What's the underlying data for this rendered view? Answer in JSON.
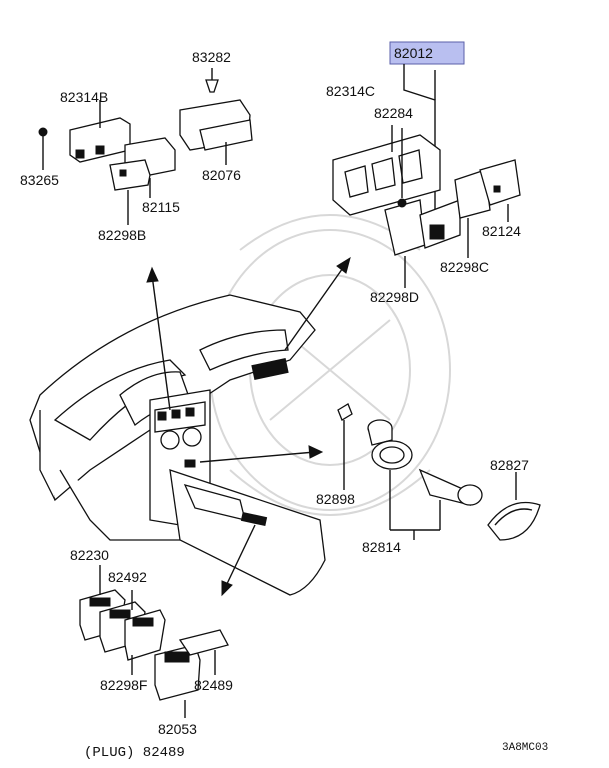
{
  "diagram": {
    "highlight_color": "#b9bff0",
    "labels": {
      "l83282": "83282",
      "l82314b": "82314B",
      "l83265": "83265",
      "l82076": "82076",
      "l82115": "82115",
      "l82298b": "82298B",
      "l82012": "82012",
      "l82314c": "82314C",
      "l82284": "82284",
      "l82124": "82124",
      "l82298c": "82298C",
      "l82298d": "82298D",
      "l82827": "82827",
      "l82898": "82898",
      "l82814": "82814",
      "l82230": "82230",
      "l82492": "82492",
      "l82298f": "82298F",
      "l82489": "82489",
      "l82053": "82053",
      "plug": "(PLUG) 82489",
      "code": "3A8MC03"
    }
  }
}
